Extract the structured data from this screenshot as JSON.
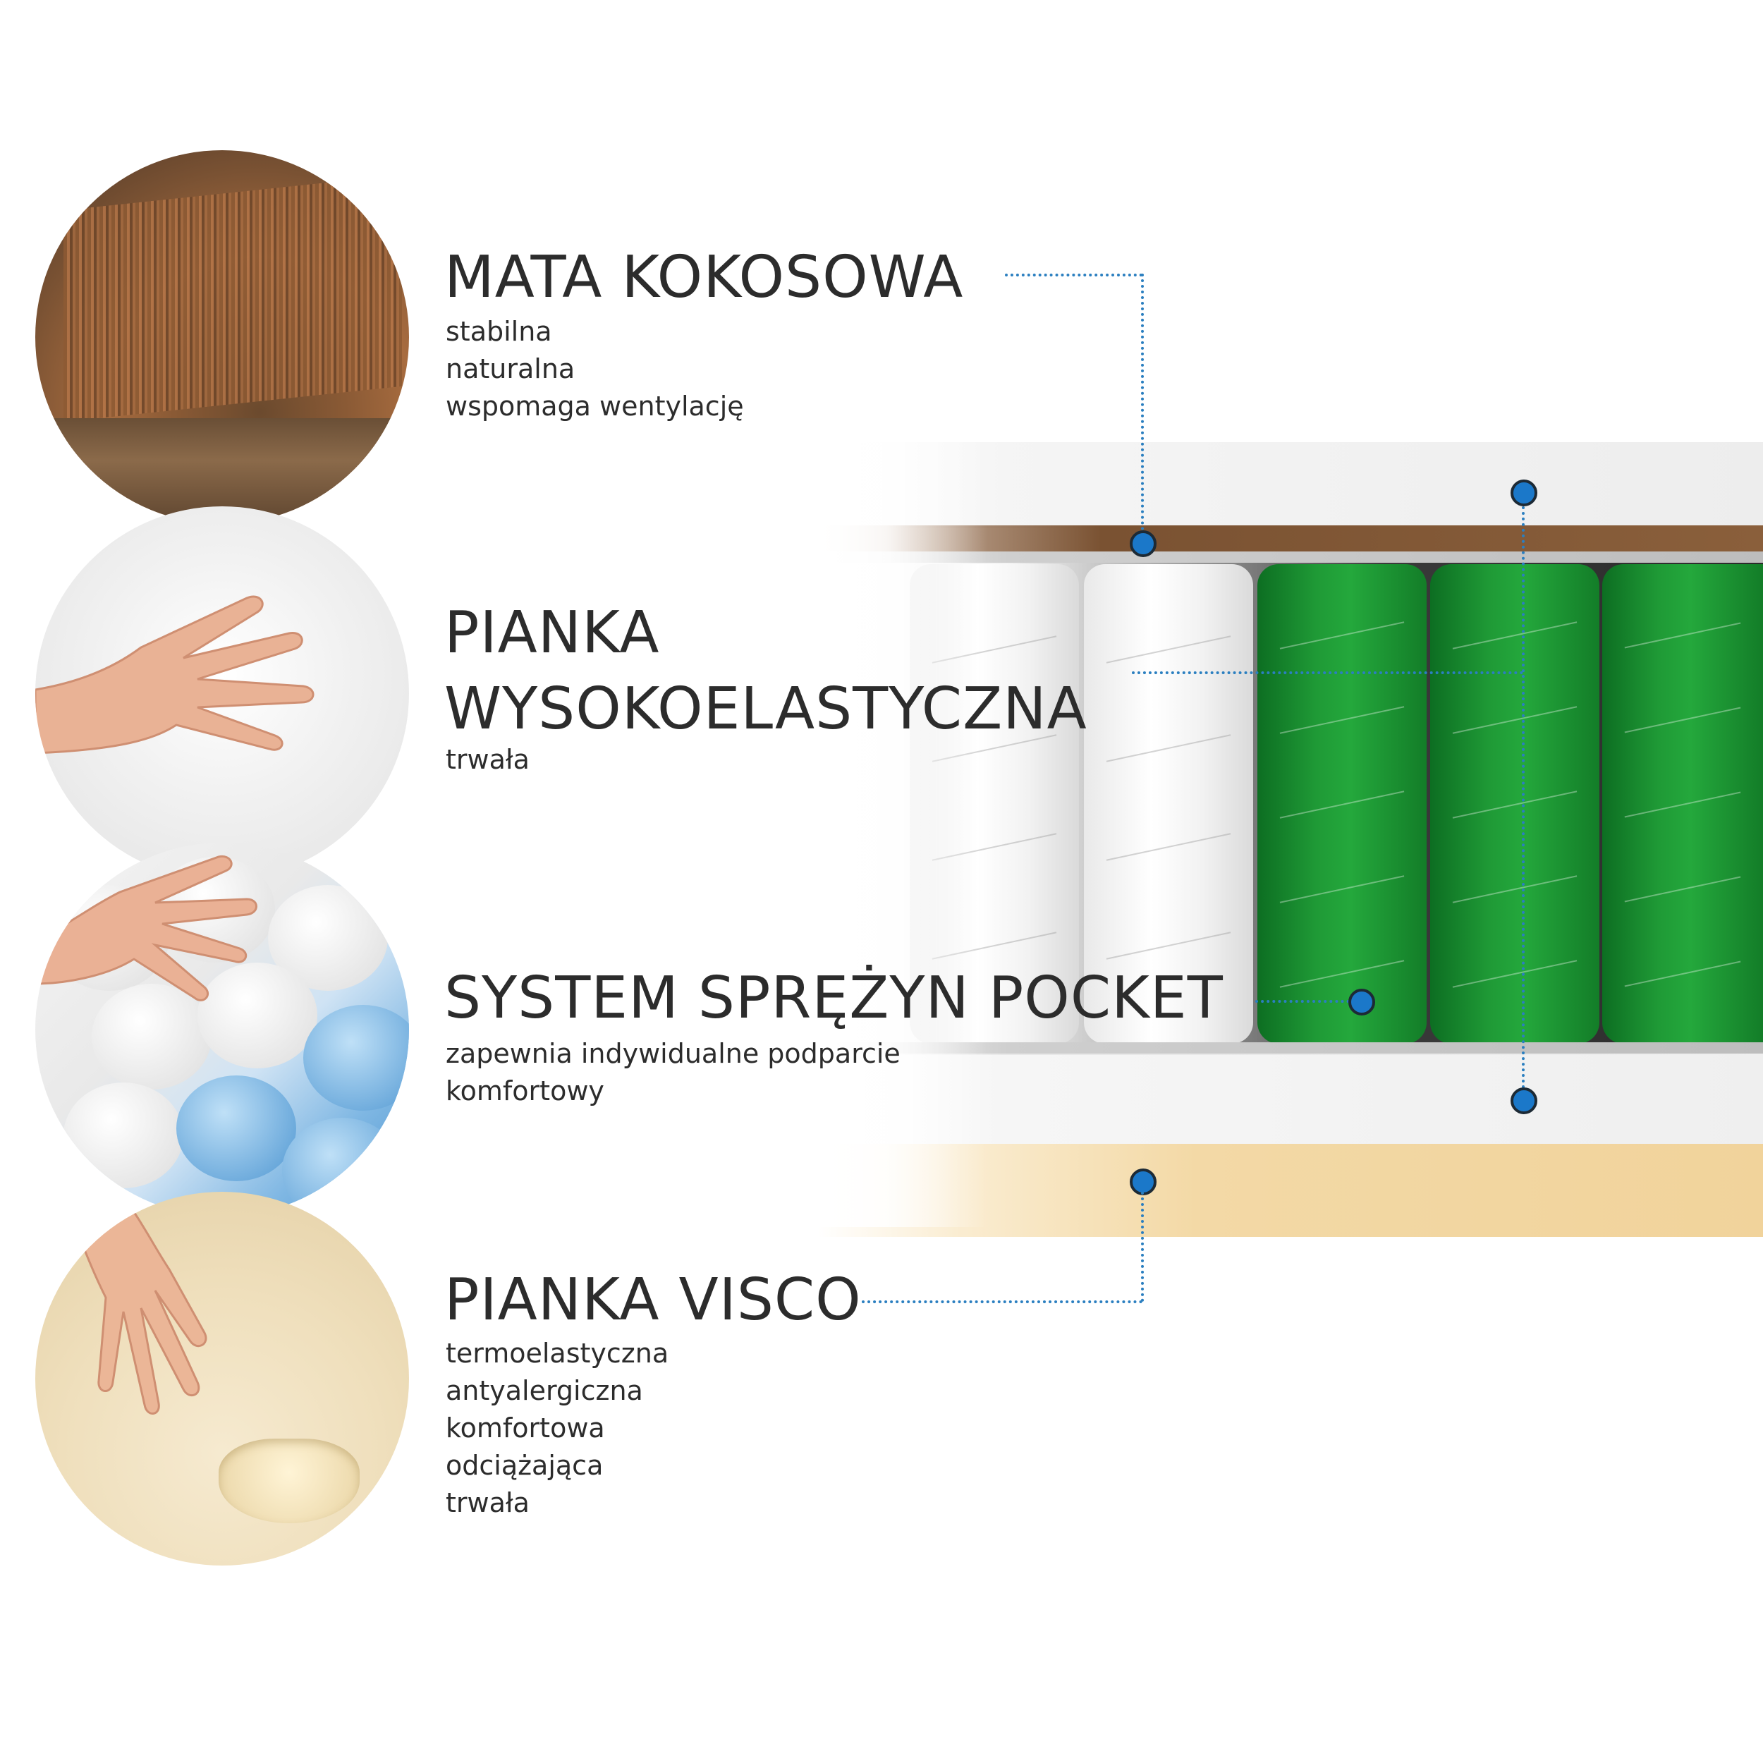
{
  "layers": [
    {
      "title": "MATA KOKOSOWA",
      "features": [
        "stabilna",
        "naturalna",
        "wspomaga wentylację"
      ],
      "swatch_color": "#8a5a35"
    },
    {
      "title_line1": "PIANKA",
      "title_line2": "WYSOKOELASTYCZNA",
      "features": [
        "trwała"
      ],
      "swatch_color": "#ffffff"
    },
    {
      "title": "SYSTEM SPRĘŻYN POCKET",
      "features": [
        "zapewnia indywidualne podparcie",
        "komfortowy"
      ],
      "swatch_color": "#1f9a36"
    },
    {
      "title": "PIANKA VISCO",
      "features": [
        "termoelastyczna",
        "antyalergiczna",
        "komfortowa",
        "odciążająca",
        "trwała"
      ],
      "swatch_color": "#f3d9a6"
    }
  ],
  "icons": {
    "coconut_mat": "coconut-mat-icon",
    "hand_foam": "hand-on-foam-icon",
    "pocket_springs": "pocket-springs-icon",
    "visco_print": "visco-handprint-icon"
  },
  "colors": {
    "leader_line": "#2b7fc0",
    "dot_fill": "#1b78c9",
    "text": "#2c2c2c"
  }
}
